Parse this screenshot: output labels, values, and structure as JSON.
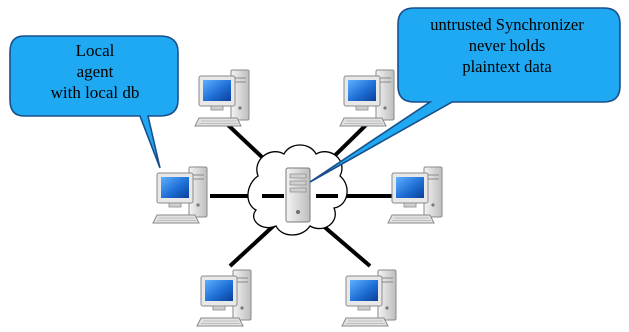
{
  "callouts": {
    "local_agent": {
      "lines": [
        "Local",
        "agent",
        "with local db"
      ]
    },
    "synchronizer": {
      "lines": [
        "untrusted Synchronizer",
        "never holds",
        "plaintext data"
      ]
    }
  },
  "icons": {
    "client_computer": "desktop-computer-icon",
    "server": "server-tower-icon",
    "network": "cloud-icon"
  },
  "colors": {
    "callout_fill": "#1fa9f2",
    "callout_stroke": "#1a4f8c",
    "link_stroke": "#000000",
    "cloud_stroke": "#000000",
    "screen_blue": "#1f6fd6",
    "case_gray": "#d9d9d9"
  }
}
